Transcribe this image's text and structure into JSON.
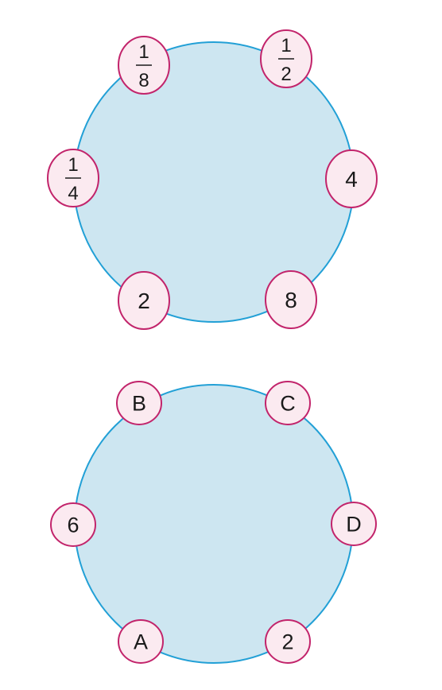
{
  "colors": {
    "circle_fill": "#cde6f1",
    "circle_stroke": "#22a0d6",
    "node_fill": "#fbeaf0",
    "node_stroke": "#c2246b",
    "text": "#1a1a1a"
  },
  "diagrams": [
    {
      "nodes": [
        {
          "kind": "fraction",
          "numerator": "1",
          "denominator": "8"
        },
        {
          "kind": "fraction",
          "numerator": "1",
          "denominator": "2"
        },
        {
          "kind": "fraction",
          "numerator": "1",
          "denominator": "4"
        },
        {
          "kind": "text",
          "text": "4"
        },
        {
          "kind": "text",
          "text": "2"
        },
        {
          "kind": "text",
          "text": "8"
        }
      ]
    },
    {
      "nodes": [
        {
          "kind": "text",
          "text": "B"
        },
        {
          "kind": "text",
          "text": "C"
        },
        {
          "kind": "text",
          "text": "6"
        },
        {
          "kind": "text",
          "text": "D"
        },
        {
          "kind": "text",
          "text": "A"
        },
        {
          "kind": "text",
          "text": "2"
        }
      ]
    }
  ]
}
